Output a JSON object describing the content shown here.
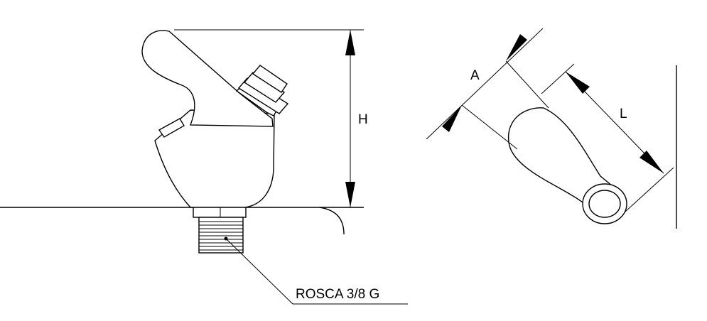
{
  "labels": {
    "height": "H",
    "width": "A",
    "length": "L",
    "thread": "ROSCA 3/8 G"
  },
  "colors": {
    "ink": "#000000",
    "paper": "#ffffff"
  }
}
